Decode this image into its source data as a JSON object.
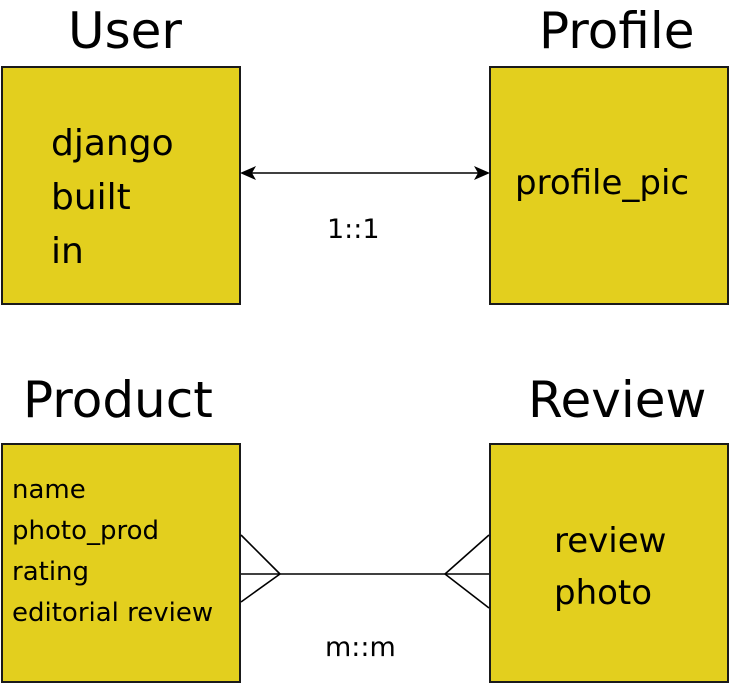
{
  "colors": {
    "entity_fill": "#e3cf1e",
    "entity_border": "#1a1a1a",
    "line": "#000000"
  },
  "entities": {
    "user": {
      "title": "User",
      "attributes": [
        "django",
        "built",
        "in"
      ]
    },
    "profile": {
      "title": "Profile",
      "attributes": [
        "profile_pic"
      ]
    },
    "product": {
      "title": "Product",
      "attributes": [
        "name",
        "photo_prod",
        "rating",
        "editorial review"
      ]
    },
    "review": {
      "title": "Review",
      "attributes": [
        "review",
        "photo"
      ]
    }
  },
  "relationships": {
    "user_profile": {
      "label": "1::1"
    },
    "product_review": {
      "label": "m::m"
    }
  }
}
